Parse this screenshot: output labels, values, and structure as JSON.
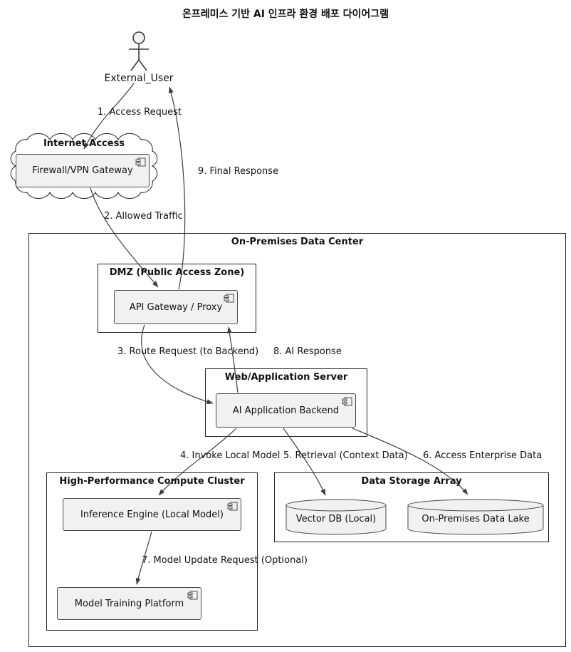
{
  "title": "온프레미스 기반 AI 인프라 환경 배포 다이어그램",
  "actor": {
    "label": "External_User"
  },
  "internet": {
    "label": "Internet Access",
    "firewall": "Firewall/VPN Gateway"
  },
  "dc": {
    "label": "On-Premises Data Center",
    "dmz": {
      "label": "DMZ (Public Access Zone)",
      "api_gateway": "API Gateway / Proxy"
    },
    "web": {
      "label": "Web/Application Server",
      "backend": "AI Application Backend"
    },
    "compute": {
      "label": "High-Performance Compute Cluster",
      "inference": "Inference Engine (Local Model)",
      "training": "Model Training Platform"
    },
    "storage": {
      "label": "Data Storage Array",
      "vector_db": "Vector DB (Local)",
      "data_lake": "On-Premises Data Lake"
    }
  },
  "edges": {
    "e1": "1. Access Request",
    "e2": "2. Allowed Traffic",
    "e3": "3. Route Request (to Backend)",
    "e4": "4. Invoke Local Model",
    "e5": "5. Retrieval (Context Data)",
    "e6": "6. Access Enterprise Data",
    "e7": "7. Model Update Request (Optional)",
    "e8": "8. AI Response",
    "e9": "9. Final Response"
  },
  "colors": {
    "node_fill": "#f1f1f1",
    "node_border": "#4a4a4a",
    "group_border": "#222222",
    "line": "#3c3c3c",
    "background": "#ffffff"
  }
}
